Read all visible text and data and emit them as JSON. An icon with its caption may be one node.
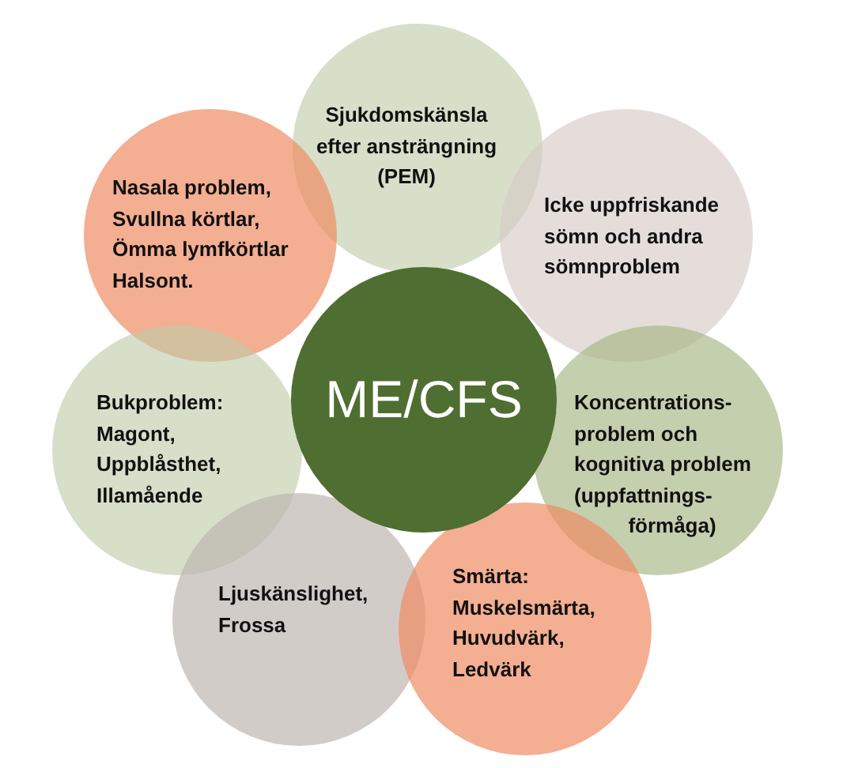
{
  "diagram": {
    "nodes": [
      {
        "text": [
          "Sjukdomskänsla efter ansträngning (PEM)"
        ]
      },
      {
        "text": [
          "Nasala problem, Svullna körtlar, Ömma lymfkörtlar Halsont."
        ]
      },
      {
        "text": [
          "Icke uppfriskande sömn och andra sömnproblem"
        ]
      },
      {
        "text": [
          "ME/CFS"
        ]
      },
      {
        "text": [
          "Bukproblem: Magont, Uppblåsthet, Illamående"
        ]
      },
      {
        "text": [
          "Koncentrations- problem och kognitiva problem (uppfattnings- förmåga)"
        ]
      },
      {
        "text": [
          "Ljuskänslighet, Frossa"
        ]
      },
      {
        "text": [
          "Smärta: Muskelsmärta, Huvudvärk, Ledvärk"
        ]
      }
    ]
  }
}
